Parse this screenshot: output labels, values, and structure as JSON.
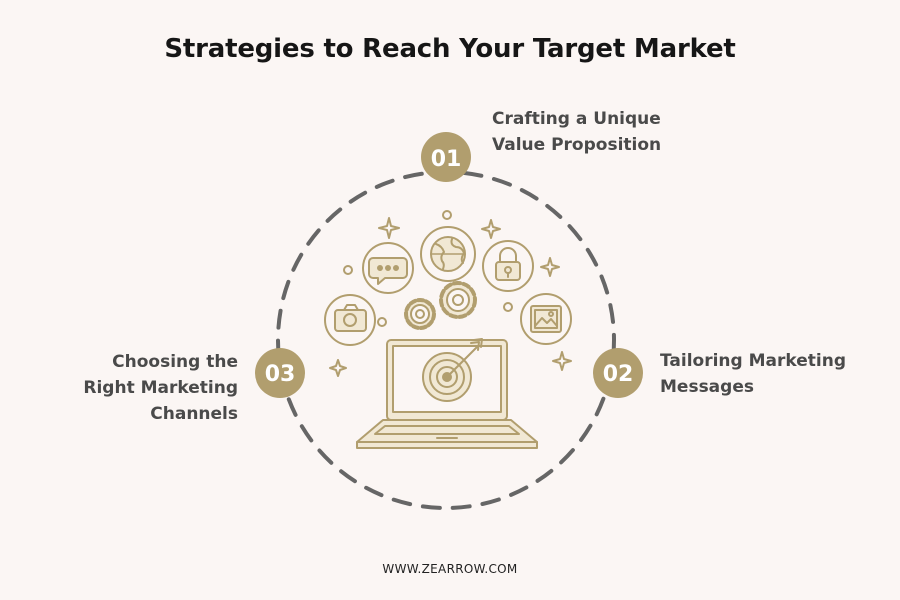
{
  "title": "Strategies to Reach Your Target Market",
  "footer": "WWW.ZEARROW.COM",
  "colors": {
    "background": "#fbf6f4",
    "accent": "#b19e6e",
    "accent_light": "#f1e8d4",
    "dash_ring": "#666666",
    "text_dark": "#161616",
    "text_label": "#4a4a4a"
  },
  "steps": [
    {
      "number": "01",
      "lines": [
        "Crafting a Unique",
        "Value Proposition"
      ]
    },
    {
      "number": "02",
      "lines": [
        "Tailoring Marketing",
        "Messages"
      ]
    },
    {
      "number": "03",
      "lines": [
        "Choosing the",
        "Right Marketing",
        "Channels"
      ]
    }
  ],
  "icons": [
    "chat-bubble-icon",
    "globe-icon",
    "padlock-icon",
    "camera-icon",
    "gears-icon",
    "image-icon",
    "laptop-icon",
    "target-icon",
    "sparkle-icon"
  ]
}
